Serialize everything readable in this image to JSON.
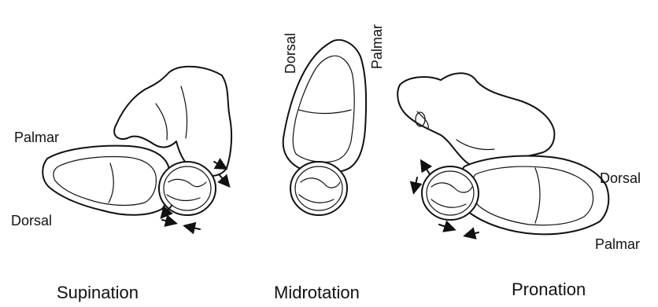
{
  "panels": [
    {
      "caption": "Supination",
      "labels": [
        "Palmar",
        "Dorsal"
      ]
    },
    {
      "caption": "Midrotation",
      "labels": [
        "Dorsal",
        "Palmar"
      ]
    },
    {
      "caption": "Pronation",
      "labels": [
        "Dorsal",
        "Palmar"
      ]
    }
  ],
  "icons": [
    "motion-arrow-icon"
  ],
  "colors": {
    "ink": "#111111",
    "background": "#ffffff"
  }
}
